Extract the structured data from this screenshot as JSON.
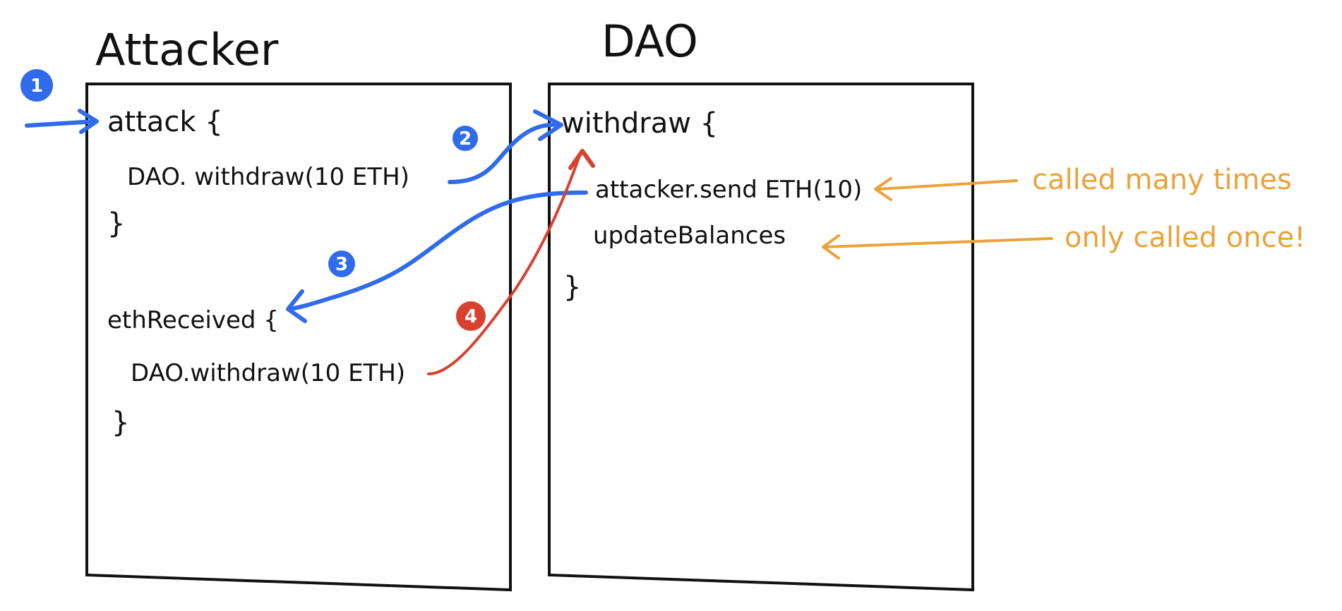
{
  "colors": {
    "ink": "#111111",
    "blue": "#2f6bea",
    "red": "#d9412f",
    "orange": "#eba23a"
  },
  "attacker": {
    "title": "Attacker",
    "attack_open": "attack {",
    "attack_call": "DAO. withdraw(10 ETH)",
    "attack_close": "}",
    "received_open": "ethReceived {",
    "received_call": "DAO.withdraw(10 ETH)",
    "received_close": "}"
  },
  "dao": {
    "title": "DAO",
    "withdraw_open": "withdraw {",
    "send_call": "attacker.send ETH(10)",
    "update_call": "updateBalances",
    "withdraw_close": "}"
  },
  "steps": {
    "step1": "1",
    "step2": "2",
    "step3": "3",
    "step4": "4"
  },
  "notes": {
    "many_times": "called many times",
    "once": "only called once!"
  }
}
